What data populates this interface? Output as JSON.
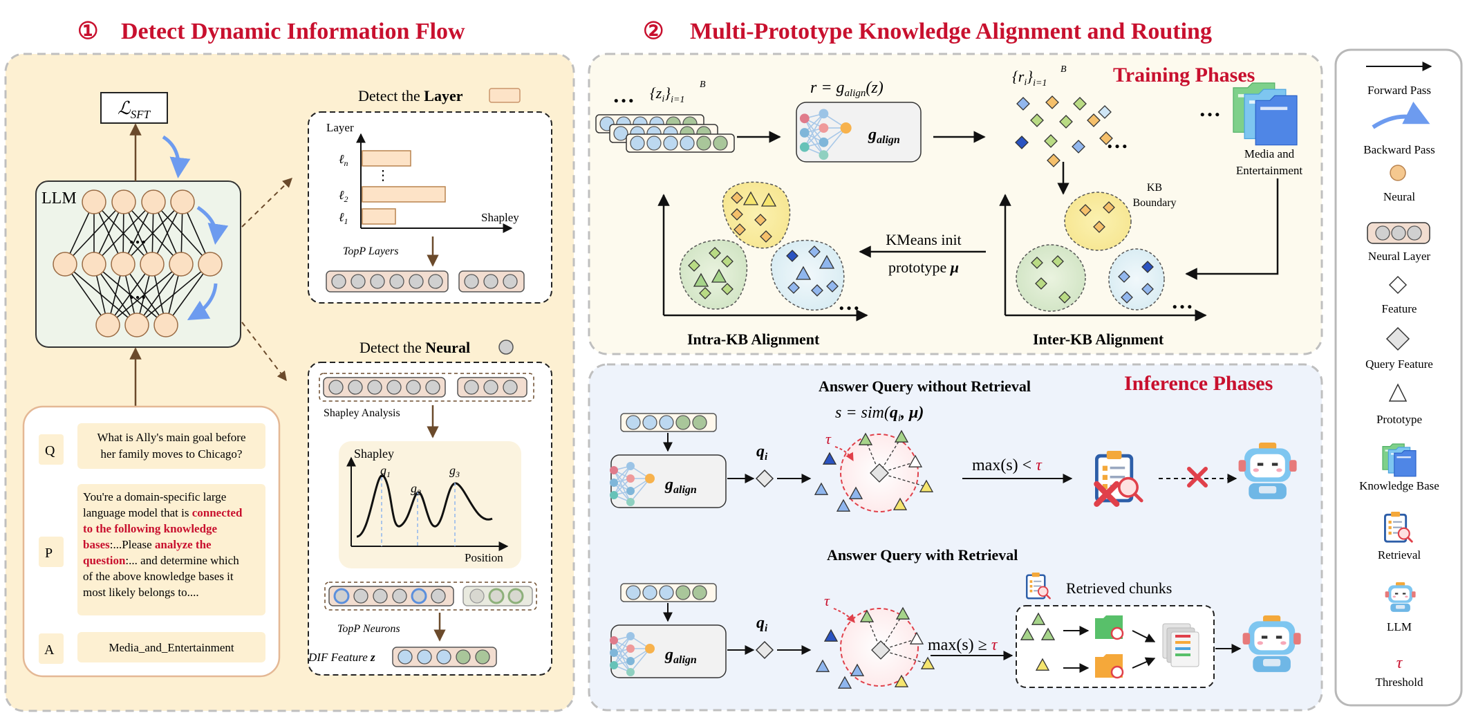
{
  "titles": {
    "section1_num": "①",
    "section1": "Detect Dynamic Information Flow",
    "section2_num": "②",
    "section2": "Multi-Prototype Knowledge Alignment and Routing"
  },
  "left": {
    "loss": "ℒ",
    "loss_sub": "SFT",
    "llm": "LLM",
    "dots": "…",
    "detect_layer_prefix": "Detect the ",
    "detect_layer_bold": "Layer",
    "layer_axis": "Layer",
    "shapley_axis": "Shapley",
    "layer_labels": [
      "ℓ",
      "ℓ",
      "ℓ"
    ],
    "layer_subs": [
      "n",
      "2",
      "1"
    ],
    "vdots": "⋮",
    "topp_layers": "TopP Layers",
    "detect_neural_prefix": "Detect the ",
    "detect_neural_bold": "Neural",
    "shapley_analysis": "Shapley Analysis",
    "shapley_y": "Shapley",
    "position_x": "Position",
    "g_labels": [
      "g",
      "g",
      "g"
    ],
    "g_subs": [
      "1",
      "2",
      "3"
    ],
    "topp_neurons": "TopP Neurons",
    "dif_feature": "DIF Feature",
    "dif_z": "z",
    "q_tag": "Q",
    "q_text": [
      "What is Ally's main goal before",
      "her family moves to Chicago?"
    ],
    "p_tag": "P",
    "a_tag": "A",
    "a_text": "Media_and_Entertainment"
  },
  "p_runs": [
    [
      {
        "t": "You're a domain-specific large",
        "r": false
      }
    ],
    [
      {
        "t": "language model that is ",
        "r": false
      },
      {
        "t": "connected",
        "r": true
      }
    ],
    [
      {
        "t": "to the following knowledge",
        "r": true
      }
    ],
    [
      {
        "t": "bases",
        "r": true
      },
      {
        "t": ":...Please ",
        "r": false
      },
      {
        "t": "analyze the",
        "r": true
      }
    ],
    [
      {
        "t": "question",
        "r": true
      },
      {
        "t": ":... and determine which",
        "r": false
      }
    ],
    [
      {
        "t": "of the above knowledge bases it",
        "r": false
      }
    ],
    [
      {
        "t": "most likely belongs to....",
        "r": false
      }
    ]
  ],
  "train": {
    "phase": "Training Phases",
    "dots": "…",
    "z_set": "{z",
    "z_sub": "i",
    "z_rest": "}",
    "z_range": "i=1",
    "B": "B",
    "align_eq": "r = g",
    "align_sub": "align",
    "align_arg": "(z)",
    "g_align": "g",
    "r_set": "{r",
    "r_sub": "i",
    "r_rest": "}",
    "r_range": "i=1",
    "media": [
      "Media and",
      "Entertainment"
    ],
    "kb_boundary": [
      "KB",
      "Boundary"
    ],
    "kmeans": [
      "KMeans init",
      "prototype "
    ],
    "mu": "μ",
    "intra": "Intra-KB Alignment",
    "inter": "Inter-KB Alignment"
  },
  "infer": {
    "phase": "Inference Phases",
    "no_retrieval": "Answer Query without Retrieval",
    "sim_eq": "s = sim(",
    "q": "q",
    "q_sub": "i",
    "sim_rest": ", μ)",
    "tau": "τ",
    "lt_cond": "max(s) < ",
    "ge_cond": "max(s) ≥ ",
    "with_retrieval": "Answer Query with Retrieval",
    "retrieved": "Retrieved chunks"
  },
  "legend": {
    "forward": "Forward  Pass",
    "backward": "Backward  Pass",
    "neural": "Neural",
    "neural_layer": "Neural Layer",
    "feature": "Feature",
    "query_feature": "Query Feature",
    "prototype": "Prototype",
    "kb": "Knowledge Base",
    "retrieval": "Retrieval",
    "llm": "LLM",
    "tau": "τ",
    "threshold": "Threshold"
  },
  "colors": {
    "title_red": "#c8102e",
    "panel1_bg": "#fdf0d2",
    "panel_train_bg": "#fdfaee",
    "panel_infer_bg": "#eef3fb",
    "neuron": "#fbe0c3",
    "blue_dot": "#bcd8f0",
    "green_dot": "#a9c69a",
    "layer_bar": "#fde3c7",
    "diamond_orange": "#f5c06b",
    "diamond_green": "#b9db84",
    "diamond_blue": "#92b7ee",
    "diamond_dark": "#2a53c1",
    "tri_yellow": "#f5e56e",
    "tri_green": "#a6d48a",
    "tri_blue": "#8fb6ee",
    "arrow_blue": "#6d9bef"
  }
}
